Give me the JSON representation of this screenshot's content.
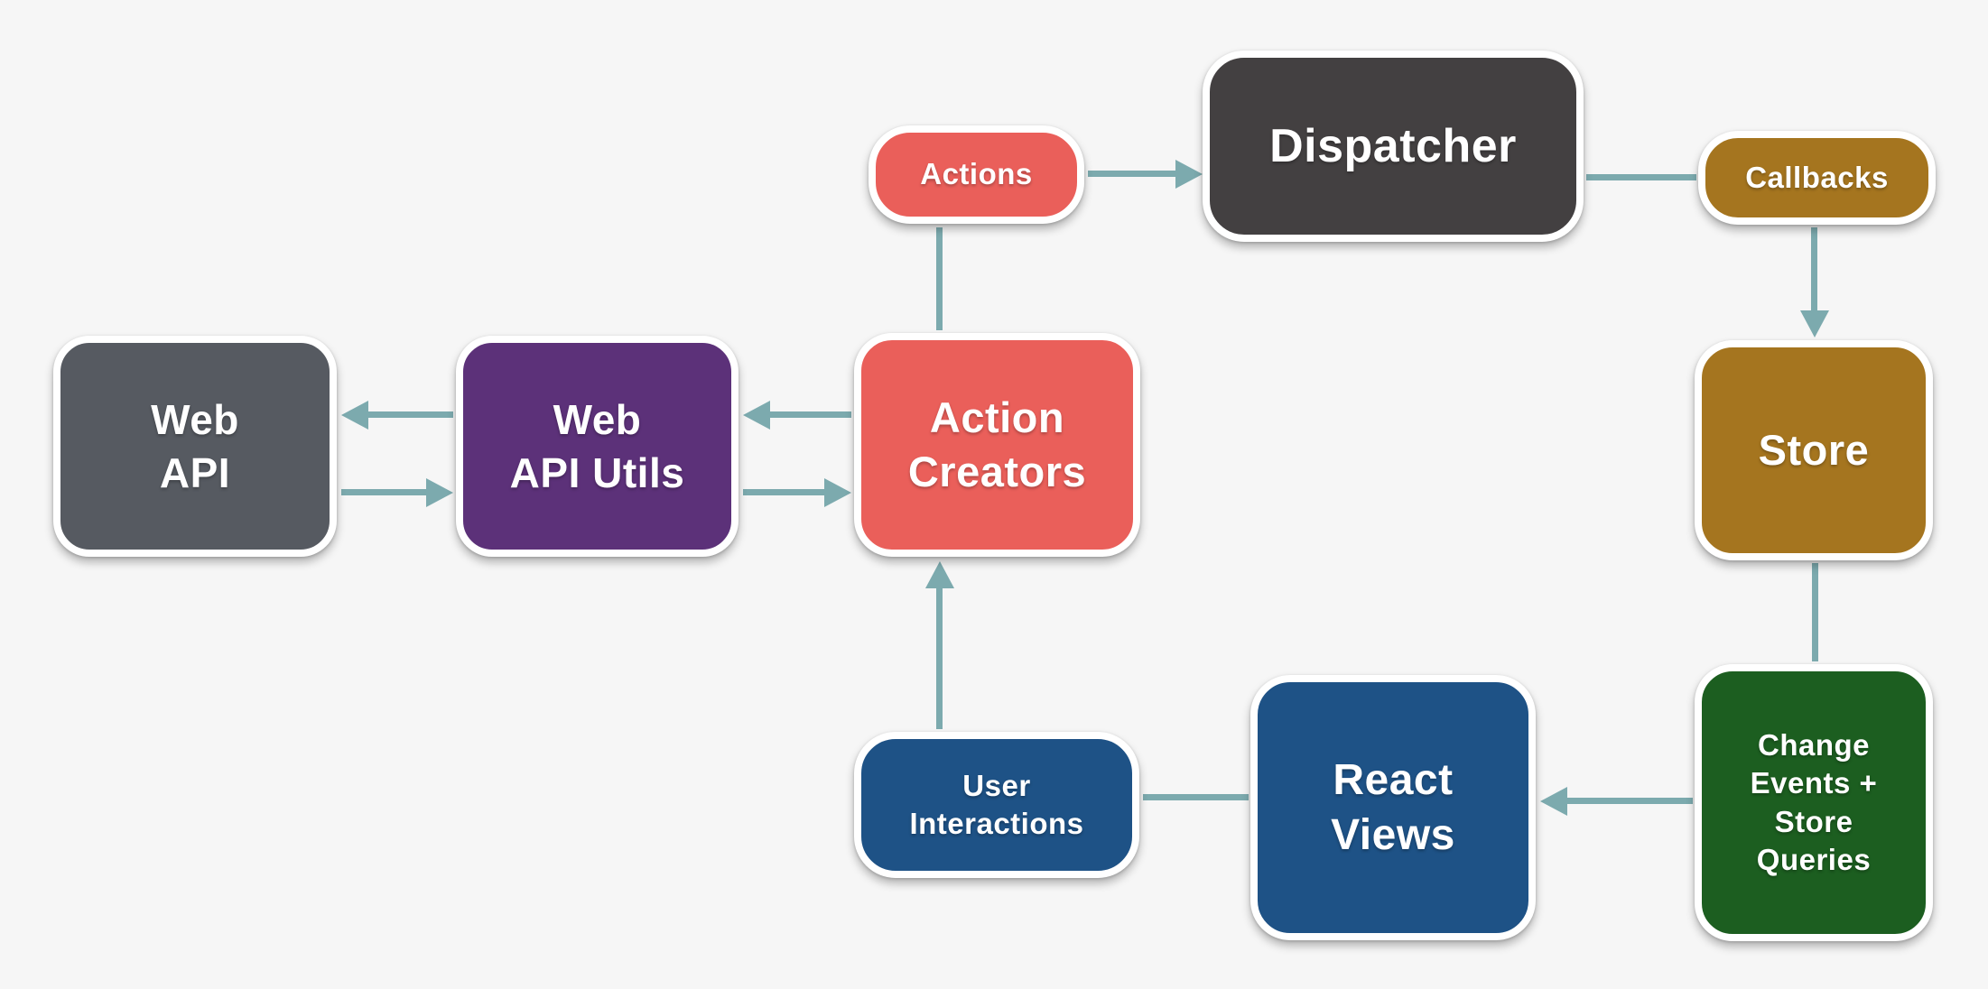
{
  "diagram": {
    "type": "flow-diagram",
    "subject": "Flux application architecture data flow"
  },
  "colors": {
    "background": "#f6f6f6",
    "arrow": "#7caaae",
    "node_border": "#ffffff",
    "text": "#ffffff",
    "salmon": "#ea5f5a",
    "charcoal": "#434041",
    "gold": "#a5751f",
    "green": "#1c5e20",
    "blue": "#1e5286",
    "purple": "#5c3179",
    "slate": "#565a61"
  },
  "nodes": {
    "web_api": {
      "label": "Web\nAPI",
      "color": "#565a61"
    },
    "web_api_utils": {
      "label": "Web\nAPI Utils",
      "color": "#5c3179"
    },
    "action_creators": {
      "label": "Action\nCreators",
      "color": "#ea5f5a"
    },
    "actions": {
      "label": "Actions",
      "color": "#ea5f5a"
    },
    "dispatcher": {
      "label": "Dispatcher",
      "color": "#434041"
    },
    "callbacks": {
      "label": "Callbacks",
      "color": "#a5751f"
    },
    "store": {
      "label": "Store",
      "color": "#a5751f"
    },
    "change_events": {
      "label": "Change\nEvents +\nStore\nQueries",
      "color": "#1c5e20"
    },
    "react_views": {
      "label": "React\nViews",
      "color": "#1e5286"
    },
    "user_interactions": {
      "label": "User\nInteractions",
      "color": "#1e5286"
    }
  },
  "edges": [
    {
      "from": "Actions",
      "to": "Dispatcher",
      "arrowhead": true
    },
    {
      "from": "Dispatcher",
      "to": "Callbacks",
      "arrowhead": false
    },
    {
      "from": "Callbacks",
      "to": "Store",
      "arrowhead": true
    },
    {
      "from": "Store",
      "to": "Change Events + Store Queries",
      "arrowhead": false
    },
    {
      "from": "Change Events + Store Queries",
      "to": "React Views",
      "arrowhead": true
    },
    {
      "from": "React Views",
      "to": "User Interactions",
      "arrowhead": false
    },
    {
      "from": "User Interactions",
      "to": "Action Creators",
      "arrowhead": true
    },
    {
      "from": "Action Creators",
      "to": "Actions",
      "arrowhead": false
    },
    {
      "from": "Action Creators",
      "to": "Web API Utils",
      "arrowhead": true
    },
    {
      "from": "Web API Utils",
      "to": "Action Creators",
      "arrowhead": true
    },
    {
      "from": "Web API Utils",
      "to": "Web API",
      "arrowhead": true
    },
    {
      "from": "Web API",
      "to": "Web API Utils",
      "arrowhead": true
    }
  ]
}
